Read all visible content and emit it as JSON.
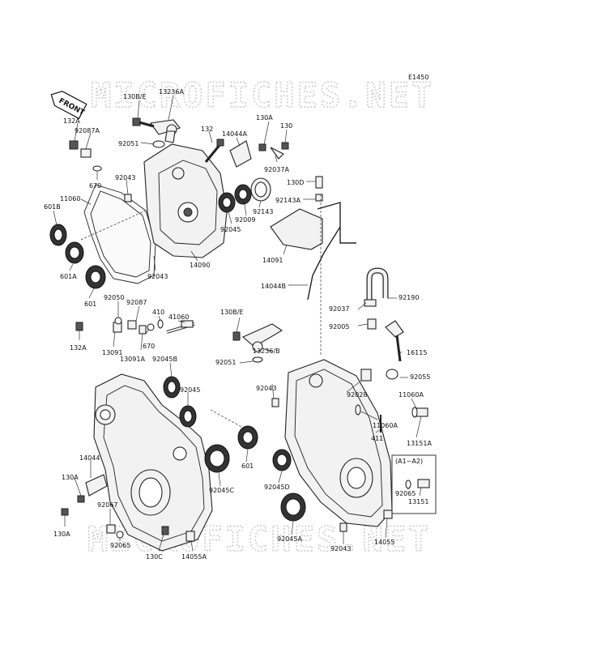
{
  "diagram_code": "E1450",
  "watermarks": [
    "MICROFICHES.NET",
    "MICROFICHES.NET"
  ],
  "front_label": "FRONT",
  "inset_label": "(A1~A2)",
  "labels": {
    "l132A_top": "132A",
    "l92087A": "92087A",
    "l130BE_top": "130B/E",
    "l13236A": "13236A",
    "l130A_top": "130A",
    "l130_top": "130",
    "l132": "132",
    "l14044A": "14044A",
    "l92051_top": "92051",
    "l92037A": "92037A",
    "l670_top": "670",
    "l92043_top": "92043",
    "l130D": "130D",
    "l92143A": "92143A",
    "l11060": "11060",
    "l601B": "601B",
    "l92009": "92009",
    "l92143": "92143",
    "l92045_top": "92045",
    "l14091": "14091",
    "l601A": "601A",
    "l14090": "14090",
    "l92043_mid": "92043",
    "l14044B": "14044B",
    "l92190": "92190",
    "l601_left": "601",
    "l92050": "92050",
    "l92087": "92087",
    "l410": "410",
    "l41060": "41060",
    "l130BE_mid": "130B/E",
    "l92037": "92037",
    "l92005": "92005",
    "l132A_mid": "132A",
    "l13091": "13091",
    "l670_mid": "670",
    "l13091A": "13091A",
    "l92045B": "92045B",
    "l13236B": "13236/B",
    "l92051_mid": "92051",
    "l16115": "16115",
    "l92055": "92055",
    "l92045_left": "92045",
    "l92043_right": "92043",
    "l92028": "92028",
    "l11060A_r": "11060A",
    "l11060A_l": "11060A",
    "l411": "411",
    "l13151A": "13151A",
    "l14044": "14044",
    "l601_mid": "601",
    "l130A_left": "130A",
    "l92065_inset": "92065",
    "l92045C": "92045C",
    "l92045D": "92045D",
    "l13151": "13151",
    "l92067": "92067",
    "l130A_bottom": "130A",
    "l92045A": "92045A",
    "l92065_bottom": "92065",
    "l130C": "130C",
    "l14055A": "14055A",
    "l92043_bottom": "92043",
    "l14055": "14055"
  }
}
